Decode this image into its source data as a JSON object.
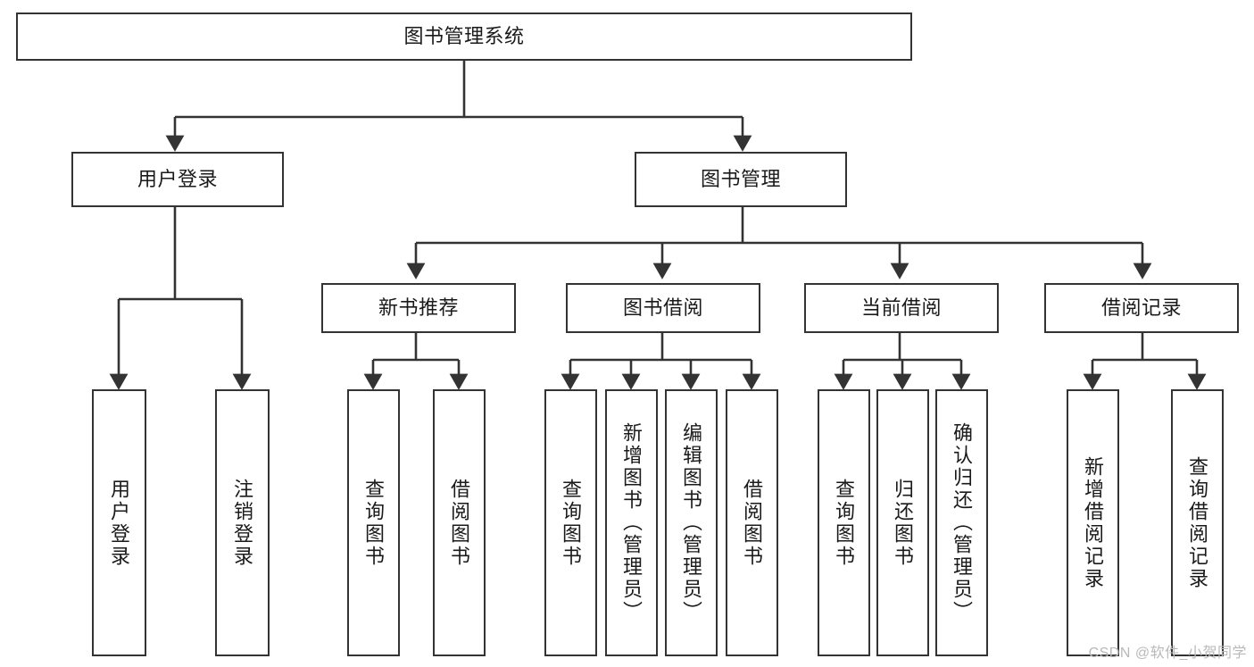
{
  "diagram": {
    "title": "图书管理系统",
    "type": "tree",
    "watermark": "CSDN @软件_小贺同学",
    "colors": {
      "stroke": "#333333",
      "fill": "#ffffff",
      "text": "#1a1a1a",
      "watermark": "#b9b9b9"
    },
    "root": {
      "label": "图书管理系统"
    },
    "level1": [
      {
        "label": "用户登录"
      },
      {
        "label": "图书管理"
      }
    ],
    "level2": [
      {
        "label": "新书推荐"
      },
      {
        "label": "图书借阅"
      },
      {
        "label": "当前借阅"
      },
      {
        "label": "借阅记录"
      }
    ],
    "leaves": {
      "user_login": [
        {
          "label": "用户登录"
        },
        {
          "label": "注销登录"
        }
      ],
      "new_book": [
        {
          "label": "查询图书"
        },
        {
          "label": "借阅图书"
        }
      ],
      "book_borrow": [
        {
          "label": "查询图书"
        },
        {
          "label": "新增图书（管理员）"
        },
        {
          "label": "编辑图书（管理员）"
        },
        {
          "label": "借阅图书"
        }
      ],
      "current_borrow": [
        {
          "label": "查询图书"
        },
        {
          "label": "归还图书"
        },
        {
          "label": "确认归还（管理员）"
        }
      ],
      "borrow_record": [
        {
          "label": "新增借阅记录"
        },
        {
          "label": "查询借阅记录"
        }
      ]
    }
  }
}
